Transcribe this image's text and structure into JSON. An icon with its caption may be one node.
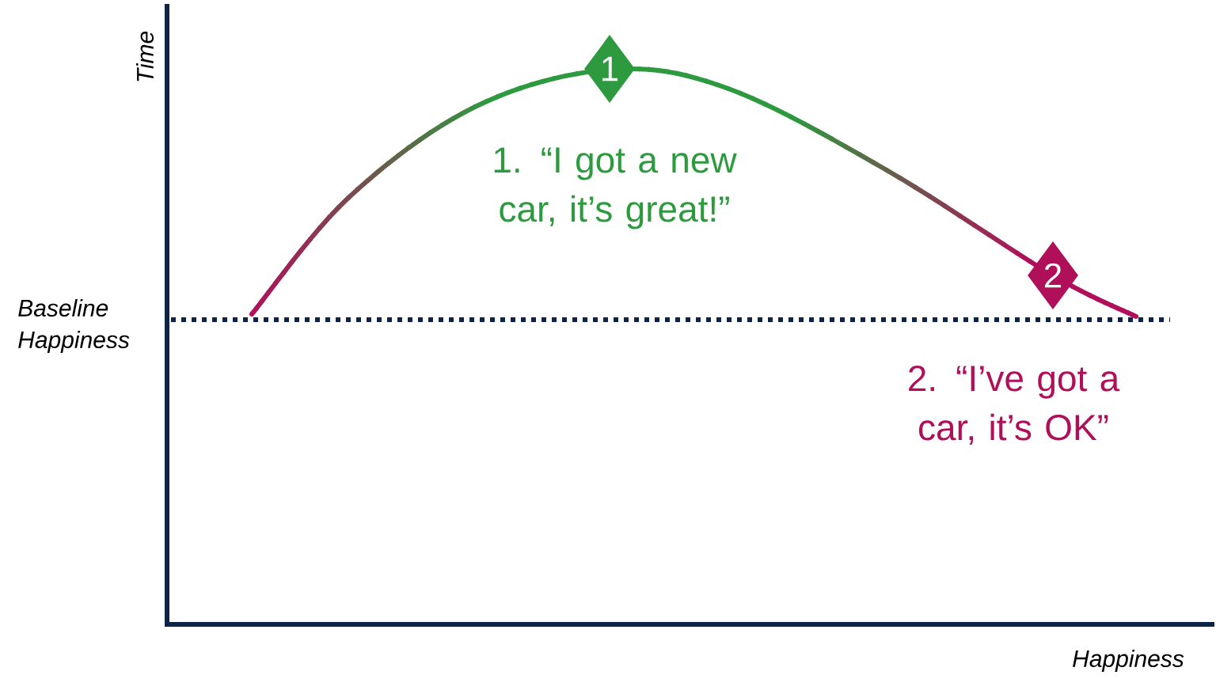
{
  "diagram": {
    "nodes": [
      {
        "text": [
          "1"
        ]
      },
      {
        "text": [
          "2"
        ]
      }
    ],
    "edges": [],
    "labels": [
      "Time",
      "1. “I got a new car, it’s great!”",
      "Baseline Happiness",
      "2. “I’ve got a car, it’s OK”",
      "Happiness"
    ]
  }
}
